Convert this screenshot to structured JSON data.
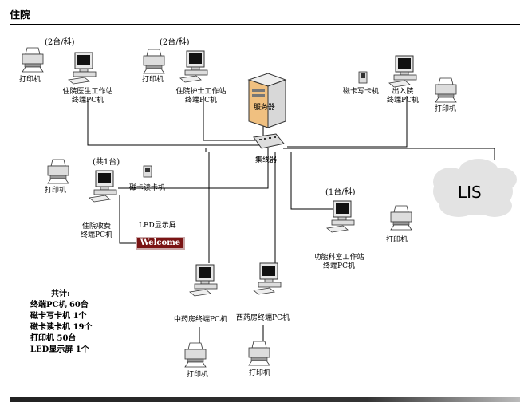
{
  "title": "住院",
  "groups": {
    "doctor": "(2台/科)",
    "nurse": "(2台/科)",
    "billing": "(共1台)",
    "function_room": "(1台/科)"
  },
  "labels": {
    "printer": "打印机",
    "doctor_station": "住院医生工作站",
    "nurse_station": "住院护士工作站",
    "terminal_pc": "终端PC机",
    "server": "服务器",
    "card_writer": "磁卡写卡机",
    "admission": "出入院",
    "hub": "集线器",
    "card_reader": "磁卡读卡机",
    "billing": "住院收费",
    "led_screen": "LED显示屏",
    "led_text": "Welcome",
    "lis": "LIS",
    "function_room": "功能科室工作站",
    "chinese_pharmacy": "中药房终端PC机",
    "western_pharmacy": "西药房终端PC机"
  },
  "stats": {
    "heading": "共计:",
    "rows": [
      "终端PC机   60台",
      "磁卡写卡机  1个",
      "磁卡读卡机  19个",
      "打印机       50台",
      "LED显示屏  1个"
    ]
  }
}
